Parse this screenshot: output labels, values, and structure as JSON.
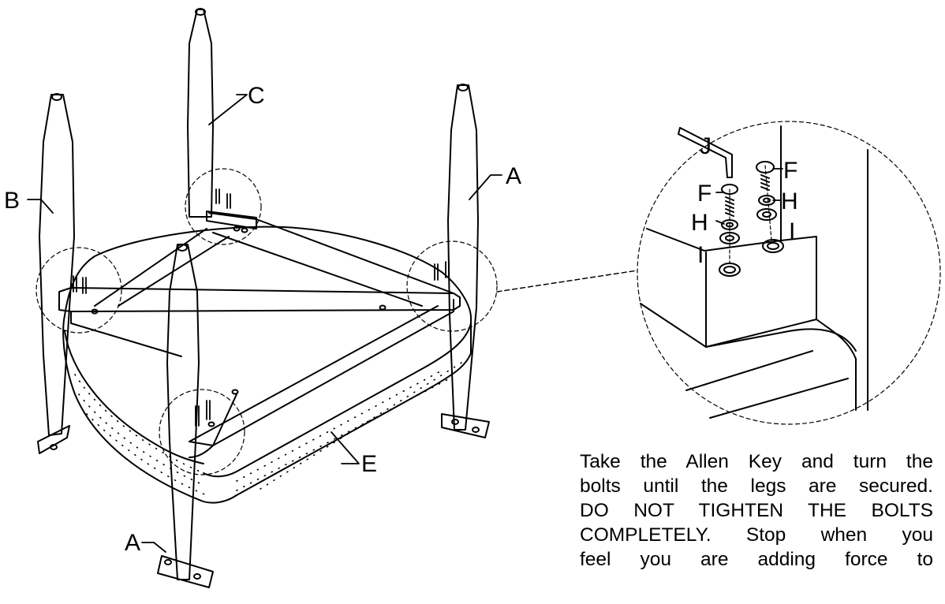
{
  "callouts": {
    "leg_front": "A",
    "leg_right": "A",
    "leg_left": "B",
    "leg_back": "C",
    "seat_cushion": "E",
    "detail_bolt_1": "F",
    "detail_bolt_2": "F",
    "detail_washer_1": "H",
    "detail_washer_2": "H",
    "detail_lockwasher_1": "I",
    "detail_lockwasher_2": "I",
    "detail_allen_key": "J"
  },
  "instructions": {
    "line1": "Take the Allen Key and turn the",
    "line2": "bolts until the legs are secured.",
    "line3": "DO NOT TIGHTEN THE BOLTS",
    "line4": "COMPLETELY. Stop when you",
    "line5": "feel you are adding force to"
  }
}
